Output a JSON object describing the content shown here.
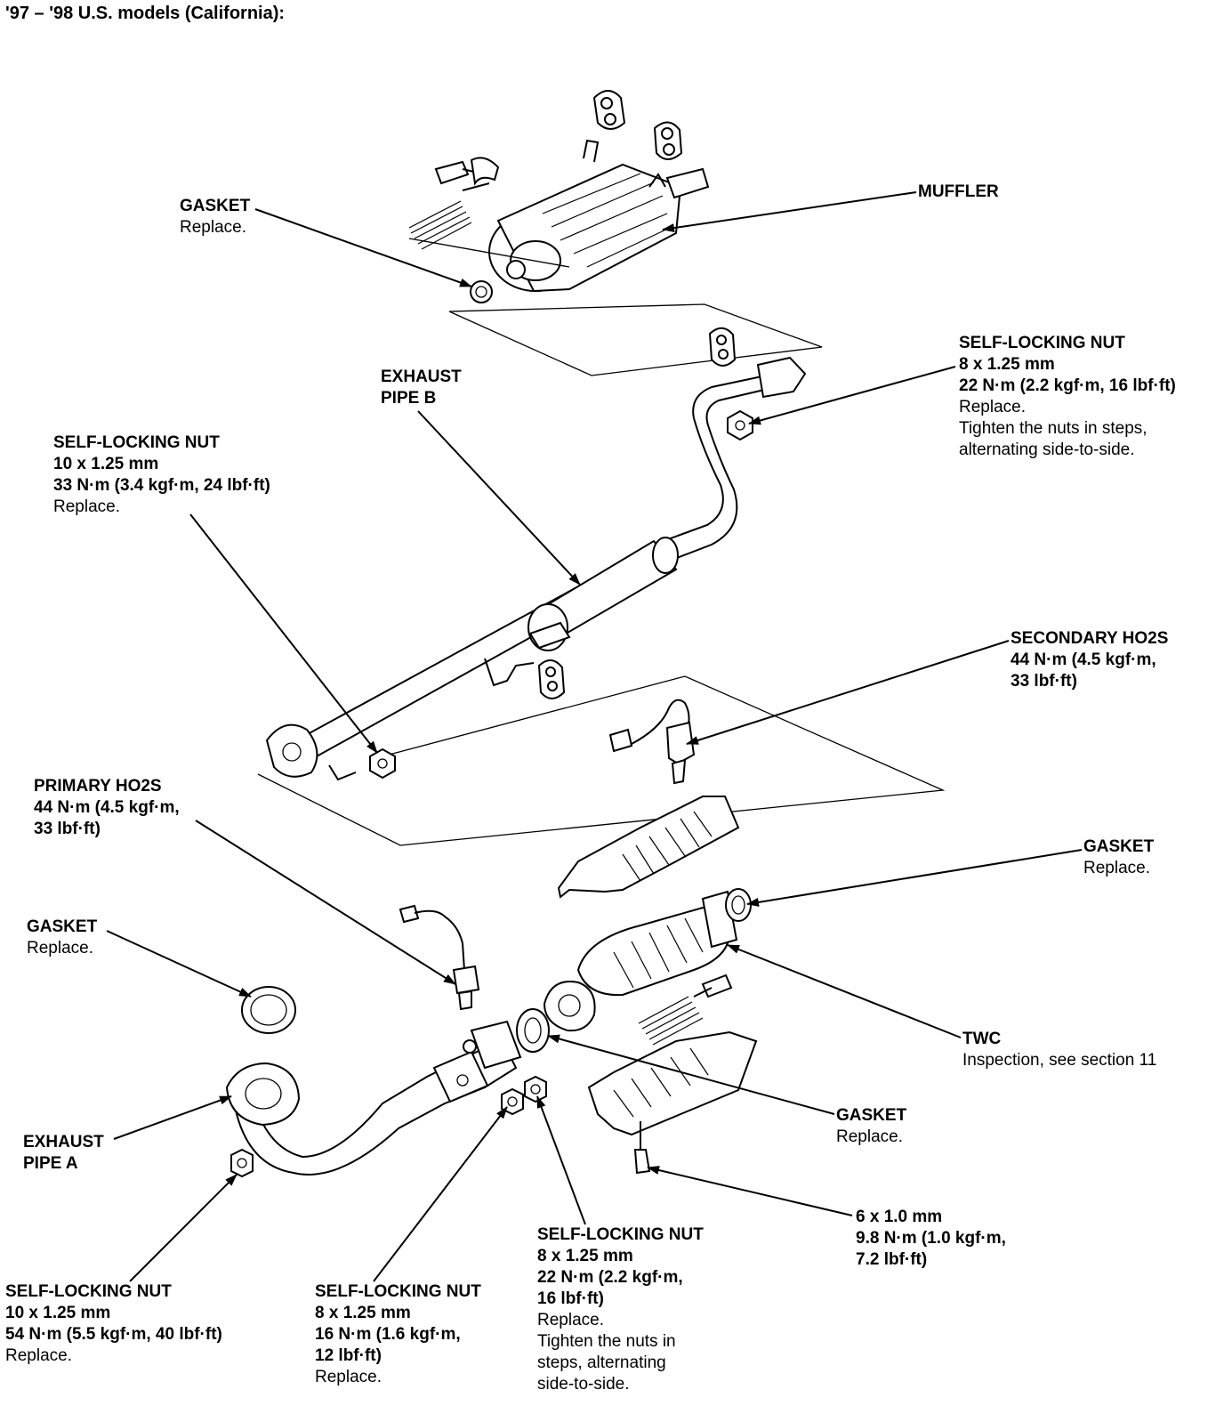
{
  "title": "'97 – '98 U.S. models (California):",
  "labels": {
    "muffler": {
      "name": "MUFFLER"
    },
    "gasket_top": {
      "name": "GASKET",
      "note": "Replace."
    },
    "nut_top_right": {
      "name": "SELF-LOCKING NUT",
      "size": "8 x 1.25 mm",
      "torque": "22 N·m (2.2 kgf·m, 16 lbf·ft)",
      "note": "Replace.",
      "instruction_1": "Tighten the nuts in steps,",
      "instruction_2": "alternating side-to-side."
    },
    "exhaust_pipe_b": {
      "line1": "EXHAUST",
      "line2": "PIPE B"
    },
    "nut_left_mid": {
      "name": "SELF-LOCKING NUT",
      "size": "10 x 1.25 mm",
      "torque": "33 N·m (3.4 kgf·m, 24 lbf·ft)",
      "note": "Replace."
    },
    "secondary_ho2s": {
      "name": "SECONDARY HO2S",
      "torque_1": "44 N·m (4.5 kgf·m,",
      "torque_2": "33 lbf·ft)"
    },
    "primary_ho2s": {
      "name": "PRIMARY HO2S",
      "torque_1": "44 N·m (4.5 kgf·m,",
      "torque_2": "33 lbf·ft)"
    },
    "gasket_right": {
      "name": "GASKET",
      "note": "Replace."
    },
    "gasket_left": {
      "name": "GASKET",
      "note": "Replace."
    },
    "twc": {
      "name": "TWC",
      "note": "Inspection, see section 11"
    },
    "gasket_center": {
      "name": "GASKET",
      "note": "Replace."
    },
    "exhaust_pipe_a": {
      "line1": "EXHAUST",
      "line2": "PIPE A"
    },
    "bolt_6mm": {
      "size": "6 x 1.0 mm",
      "torque_1": "9.8 N·m (1.0 kgf·m,",
      "torque_2": "7.2 lbf·ft)"
    },
    "nut_bottom_center": {
      "name": "SELF-LOCKING NUT",
      "size": "8 x 1.25 mm",
      "torque_1": "22 N·m (2.2 kgf·m,",
      "torque_2": "16 lbf·ft)",
      "note": "Replace.",
      "instruction_1": "Tighten the nuts in",
      "instruction_2": "steps, alternating",
      "instruction_3": "side-to-side."
    },
    "nut_bottom_left": {
      "name": "SELF-LOCKING NUT",
      "size": "10 x 1.25 mm",
      "torque": "54 N·m (5.5 kgf·m, 40 lbf·ft)",
      "note": "Replace."
    },
    "nut_bottom_mid": {
      "name": "SELF-LOCKING NUT",
      "size": "8 x 1.25 mm",
      "torque_1": "16 N·m (1.6 kgf·m,",
      "torque_2": "12 lbf·ft)",
      "note": "Replace."
    }
  }
}
